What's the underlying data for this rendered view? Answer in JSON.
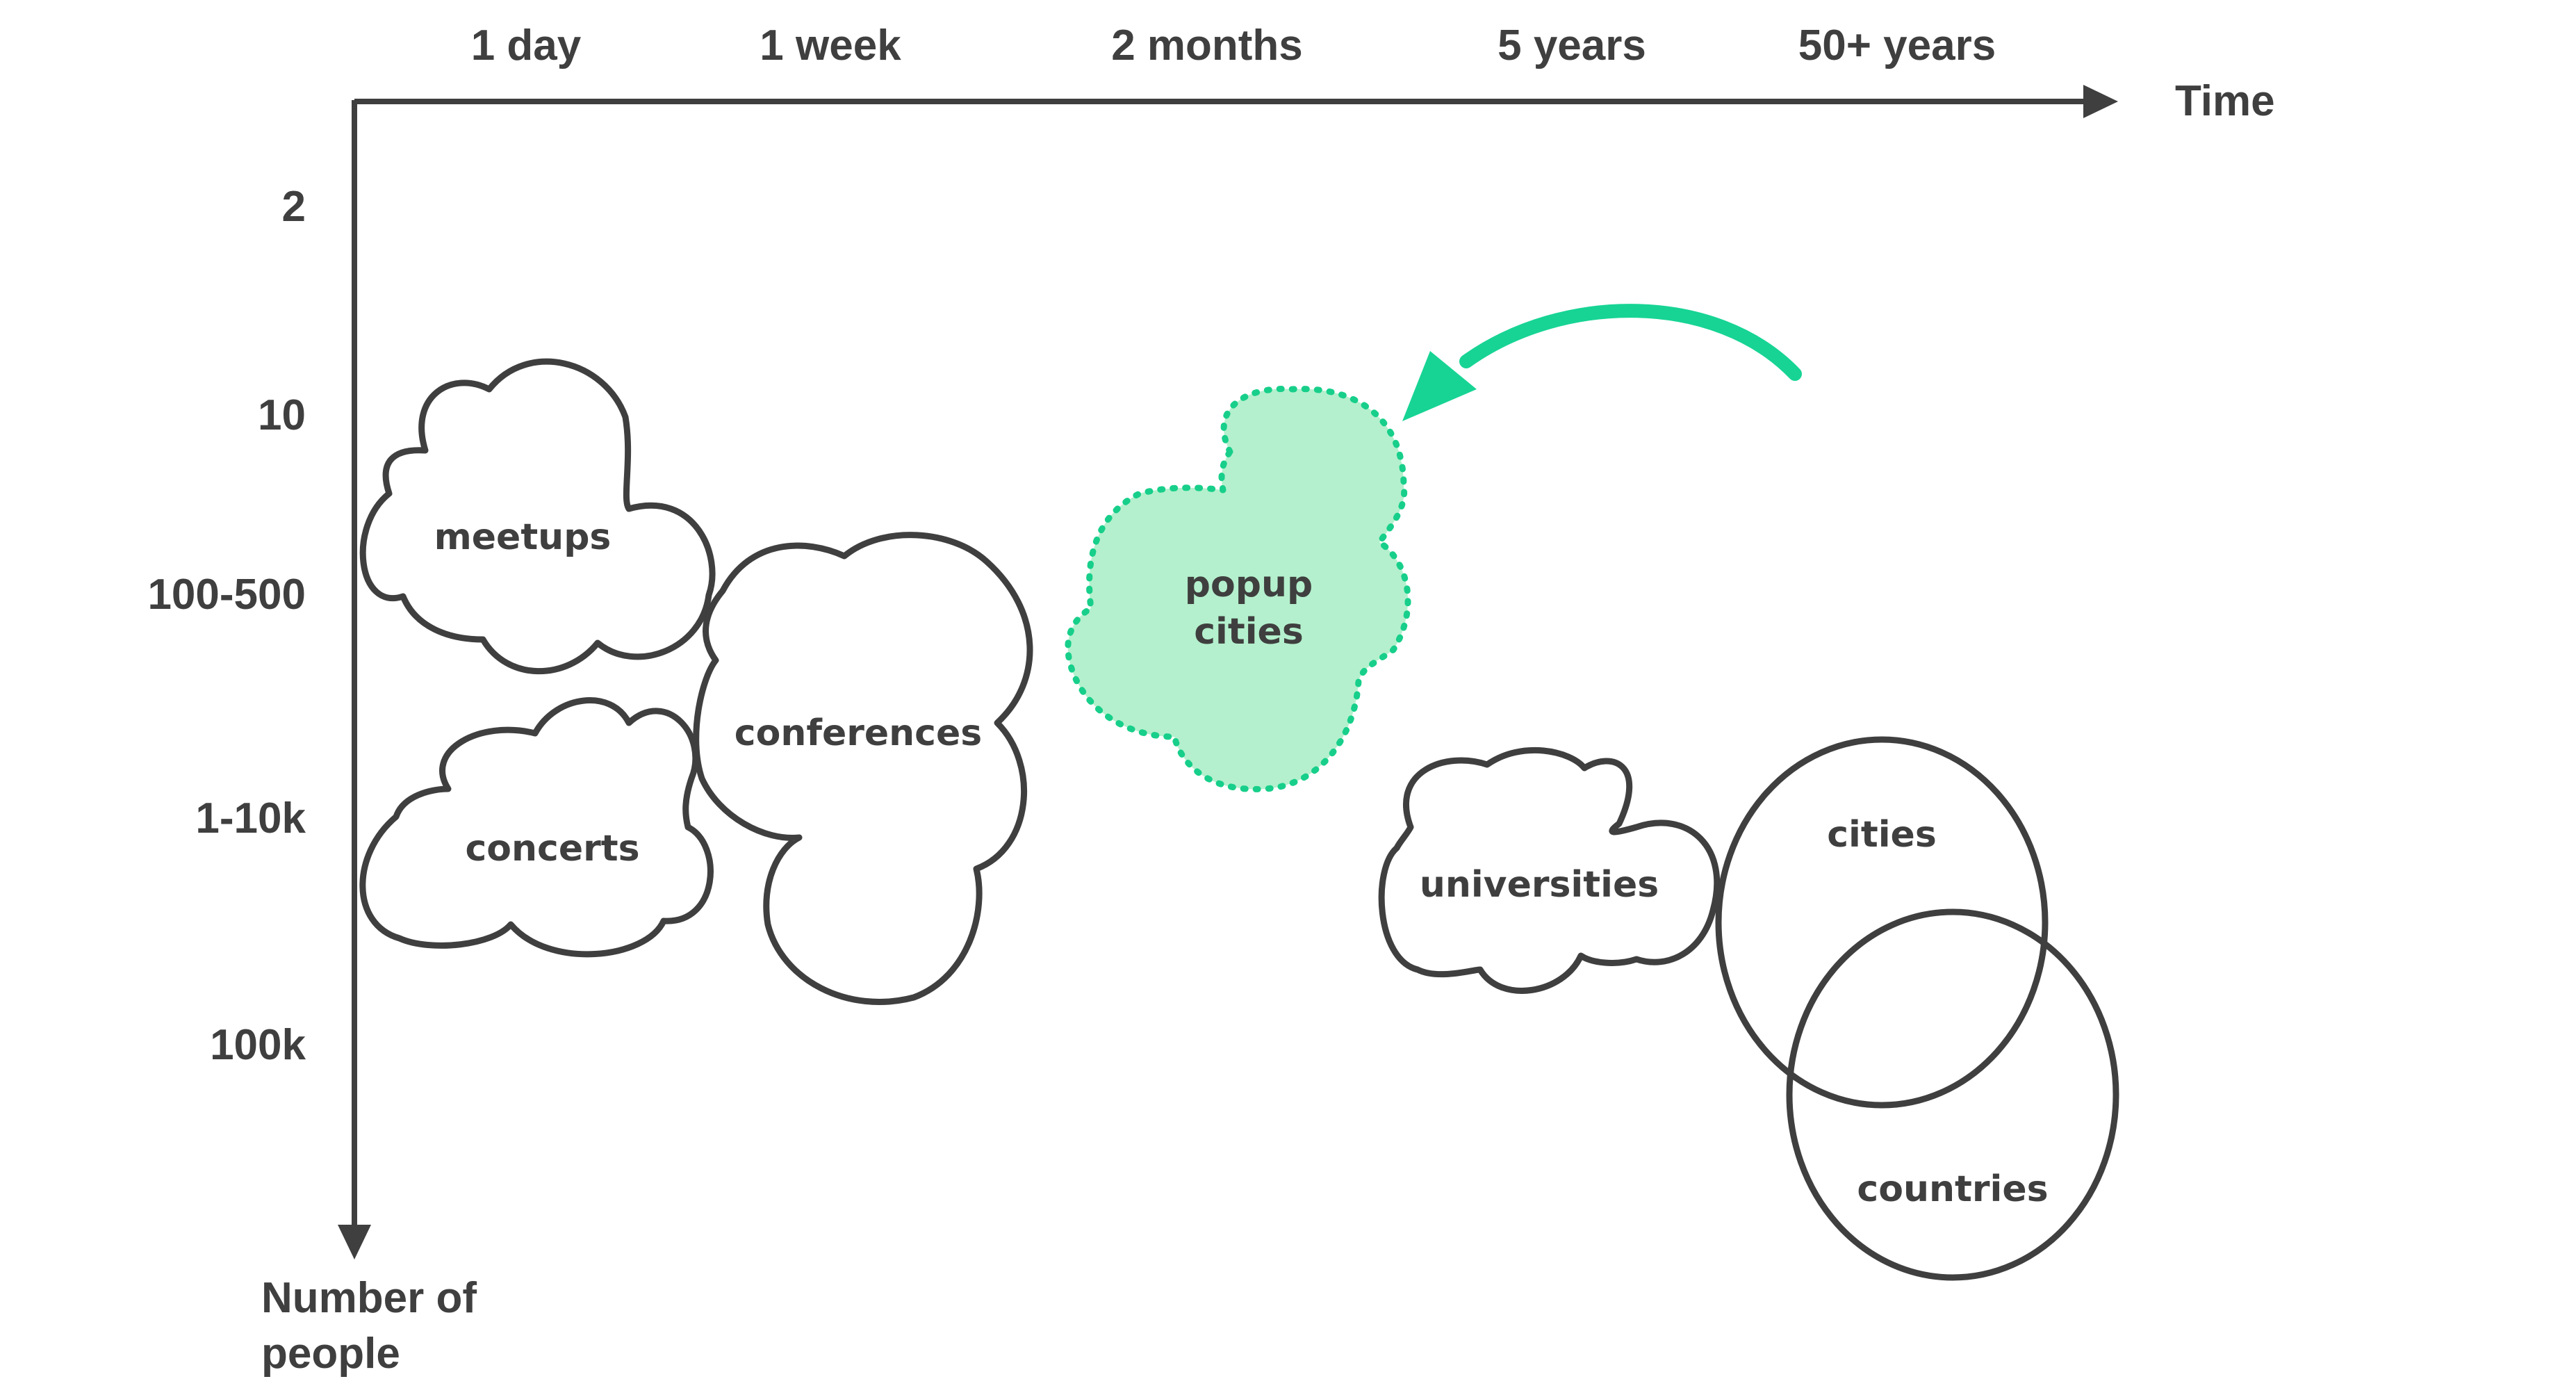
{
  "axes": {
    "x_title": "Time",
    "y_title_line1": "Number of",
    "y_title_line2": "people",
    "x_ticks": [
      "1 day",
      "1 week",
      "2 months",
      "5 years",
      "50+ years"
    ],
    "y_ticks": [
      "2",
      "10",
      "100-500",
      "1-10k",
      "100k"
    ]
  },
  "shapes": {
    "meetups": "meetups",
    "concerts": "concerts",
    "conferences": "conferences",
    "popup_line1": "popup",
    "popup_line2": "cities",
    "universities": "universities",
    "cities": "cities",
    "countries": "countries"
  },
  "colors": {
    "ink": "#3f3f3f",
    "highlight_fill": "#b4f0cd",
    "highlight_stroke": "#17cf8a",
    "arrow": "#17d494"
  }
}
